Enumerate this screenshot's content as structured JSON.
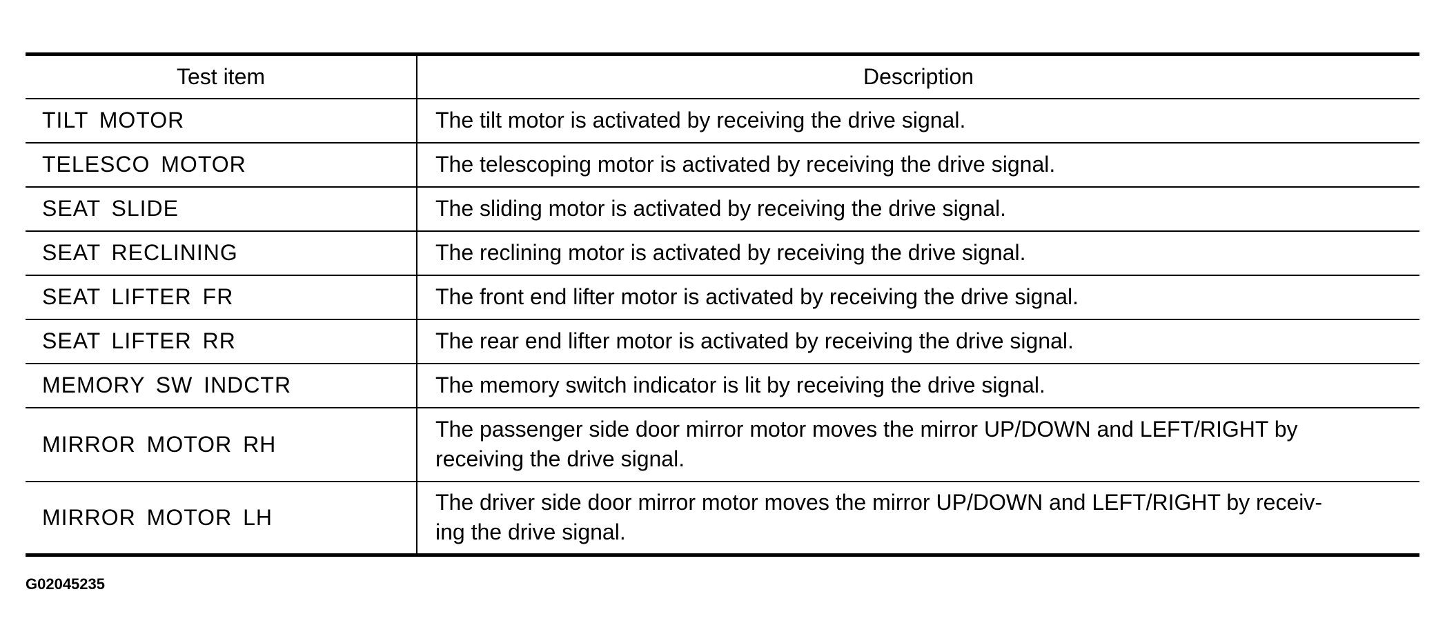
{
  "table": {
    "headers": {
      "item": "Test item",
      "description": "Description"
    },
    "rows": [
      {
        "item": "TILT MOTOR",
        "description": "The tilt motor is activated by receiving the drive signal."
      },
      {
        "item": "TELESCO MOTOR",
        "description": "The telescoping motor is activated by receiving the drive signal."
      },
      {
        "item": "SEAT SLIDE",
        "description": "The sliding motor is activated by receiving the drive signal."
      },
      {
        "item": "SEAT RECLINING",
        "description": "The reclining motor is activated by receiving the drive signal."
      },
      {
        "item": "SEAT LIFTER FR",
        "description": "The front end lifter motor is activated by receiving the drive signal."
      },
      {
        "item": "SEAT LIFTER RR",
        "description": "The rear end lifter motor is activated by receiving the drive signal."
      },
      {
        "item": "MEMORY SW INDCTR",
        "description": "The memory switch indicator is lit by receiving the drive signal."
      },
      {
        "item": "MIRROR MOTOR RH",
        "description_line1": "The passenger side door mirror motor moves the mirror UP/DOWN and LEFT/RIGHT by",
        "description_line2": "receiving the drive signal."
      },
      {
        "item": "MIRROR MOTOR LH",
        "description_line1": "The driver side door mirror motor moves the mirror UP/DOWN and LEFT/RIGHT by receiv-",
        "description_line2": "ing the drive signal."
      }
    ]
  },
  "figure_id": "G02045235"
}
